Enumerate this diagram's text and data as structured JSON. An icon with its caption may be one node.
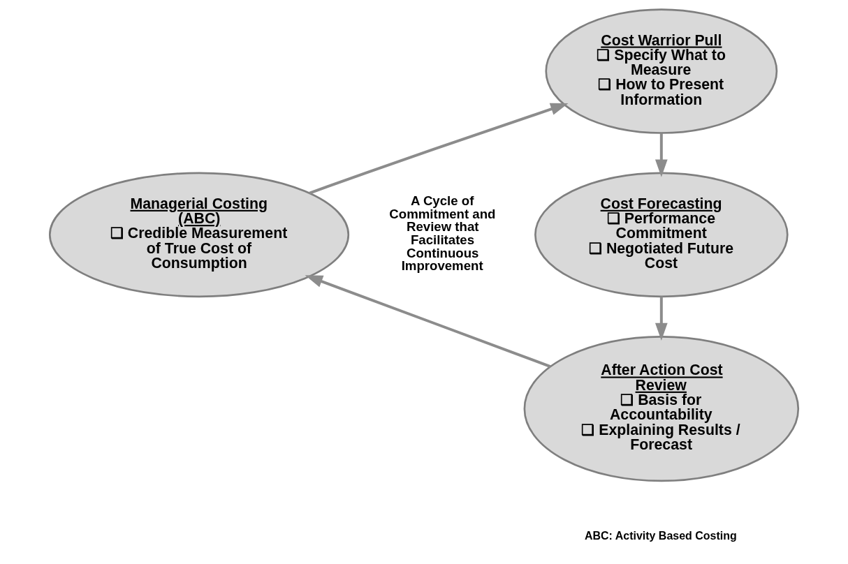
{
  "diagram": {
    "nodes": [
      {
        "text": [
          "Cost Warrior Pull",
          "❑ Specify What to Measure",
          "❑ How to Present Information"
        ]
      },
      {
        "text": [
          "Managerial Costing (ABC)",
          "❑ Credible Measurement of True Cost of Consumption"
        ]
      },
      {
        "text": [
          "Cost Forecasting",
          "❑ Performance Commitment",
          "❑ Negotiated Future Cost"
        ]
      },
      {
        "text": [
          "After Action Cost Review",
          "❑ Basis for Accountability",
          "❑ Explaining Results / Forecast"
        ]
      }
    ],
    "edges": [
      {
        "from": 0,
        "to": 2,
        "arrow": "to"
      },
      {
        "from": 2,
        "to": 3,
        "arrow": "to"
      },
      {
        "from": 3,
        "to": 1,
        "arrow": "to"
      },
      {
        "from": 1,
        "to": 0,
        "arrow": "to"
      }
    ],
    "labels": [
      "A Cycle of Commitment and Review that Facilitates Continuous Improvement",
      "ABC: Activity Based Costing"
    ]
  }
}
